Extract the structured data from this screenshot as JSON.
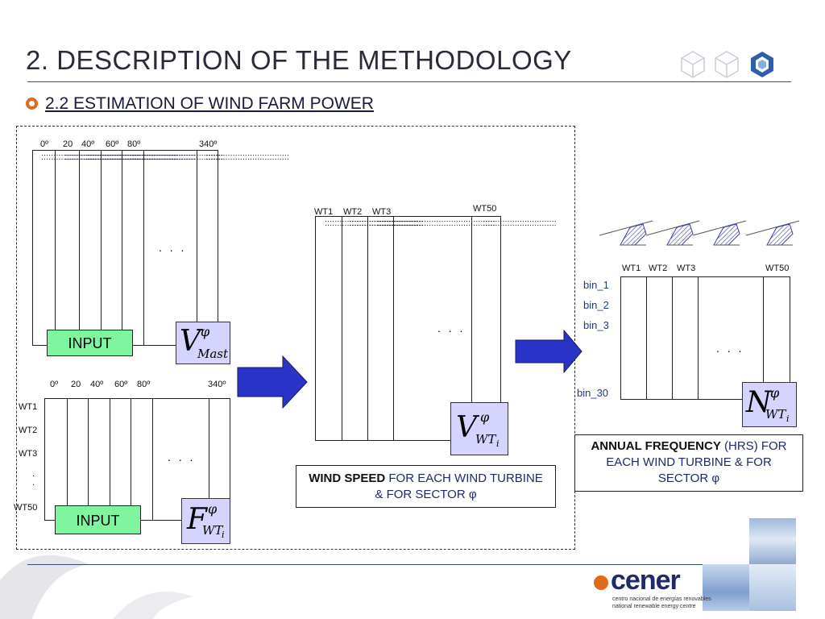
{
  "header": {
    "title": "2. DESCRIPTION OF THE METHODOLOGY",
    "subtitle": "2.2 ESTIMATION OF WIND FARM POWER"
  },
  "mast_table": {
    "sectors": [
      "0º",
      "20",
      "40º",
      "60º",
      "80º",
      "340º"
    ],
    "ellipsis": ". . .",
    "input_label": "INPUT",
    "symbol": {
      "main": "V",
      "sup": "φ",
      "sub": "Mast"
    }
  },
  "freq_table": {
    "sectors": [
      "0º",
      "20",
      "40º",
      "60º",
      "80º",
      "340º"
    ],
    "rows": [
      "WT1",
      "WT2",
      "WT3",
      ".",
      ".",
      "WT50"
    ],
    "ellipsis": ". . .",
    "input_label": "INPUT",
    "symbol": {
      "main": "F",
      "sup": "φ",
      "sub": "WT",
      "subsub": "i"
    }
  },
  "wind_speed_table": {
    "turbines": [
      "WT1",
      "WT2",
      "WT3",
      "WT50"
    ],
    "ellipsis": ". . .",
    "symbol": {
      "main": "V",
      "sup": "φ",
      "sub": "WT",
      "subsub": "i"
    },
    "caption_bold": "WIND SPEED",
    "caption_rest": " FOR EACH WIND TURBINE & FOR SECTOR φ"
  },
  "annual_table": {
    "turbines": [
      "WT1",
      "WT2",
      "WT3",
      "WT50"
    ],
    "bins": [
      "bin_1",
      "bin_2",
      "bin_3",
      "bin_30"
    ],
    "ellipsis": ". . .",
    "symbol": {
      "main": "N",
      "sup": "φ",
      "sub": "WT",
      "subsub": "i"
    },
    "caption_bold": "ANNUAL FREQUENCY",
    "caption_rest": " (HRS) FOR EACH WIND TURBINE & FOR SECTOR φ"
  },
  "logo": {
    "name": "cener",
    "line1": "centro nacional de energías renovables",
    "line2": "national renewable energy centre"
  },
  "colors": {
    "arrow": "#2a33c8",
    "input": "#7ff5a0",
    "symbol_box": "#d4d4ff",
    "accent_orange": "#e06a1a"
  }
}
